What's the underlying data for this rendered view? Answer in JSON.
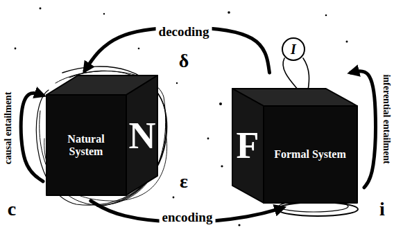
{
  "diagram": {
    "nodes": [
      {
        "text": [
          "Natural System",
          "N"
        ]
      },
      {
        "text": [
          "F",
          "Formal System"
        ]
      },
      {
        "text": [
          "I"
        ]
      }
    ],
    "edges": [
      {
        "from": 0,
        "to": 1,
        "arrow": "to",
        "label": "encoding"
      },
      {
        "from": 1,
        "to": 0,
        "arrow": "to",
        "label": "decoding"
      },
      {
        "from": 0,
        "to": 0,
        "arrow": "to",
        "label": "causal entailment"
      },
      {
        "from": 1,
        "to": 1,
        "arrow": "to",
        "label": "inferential entailment"
      }
    ],
    "labels": [
      "δ",
      "ε",
      "c",
      "i"
    ]
  }
}
